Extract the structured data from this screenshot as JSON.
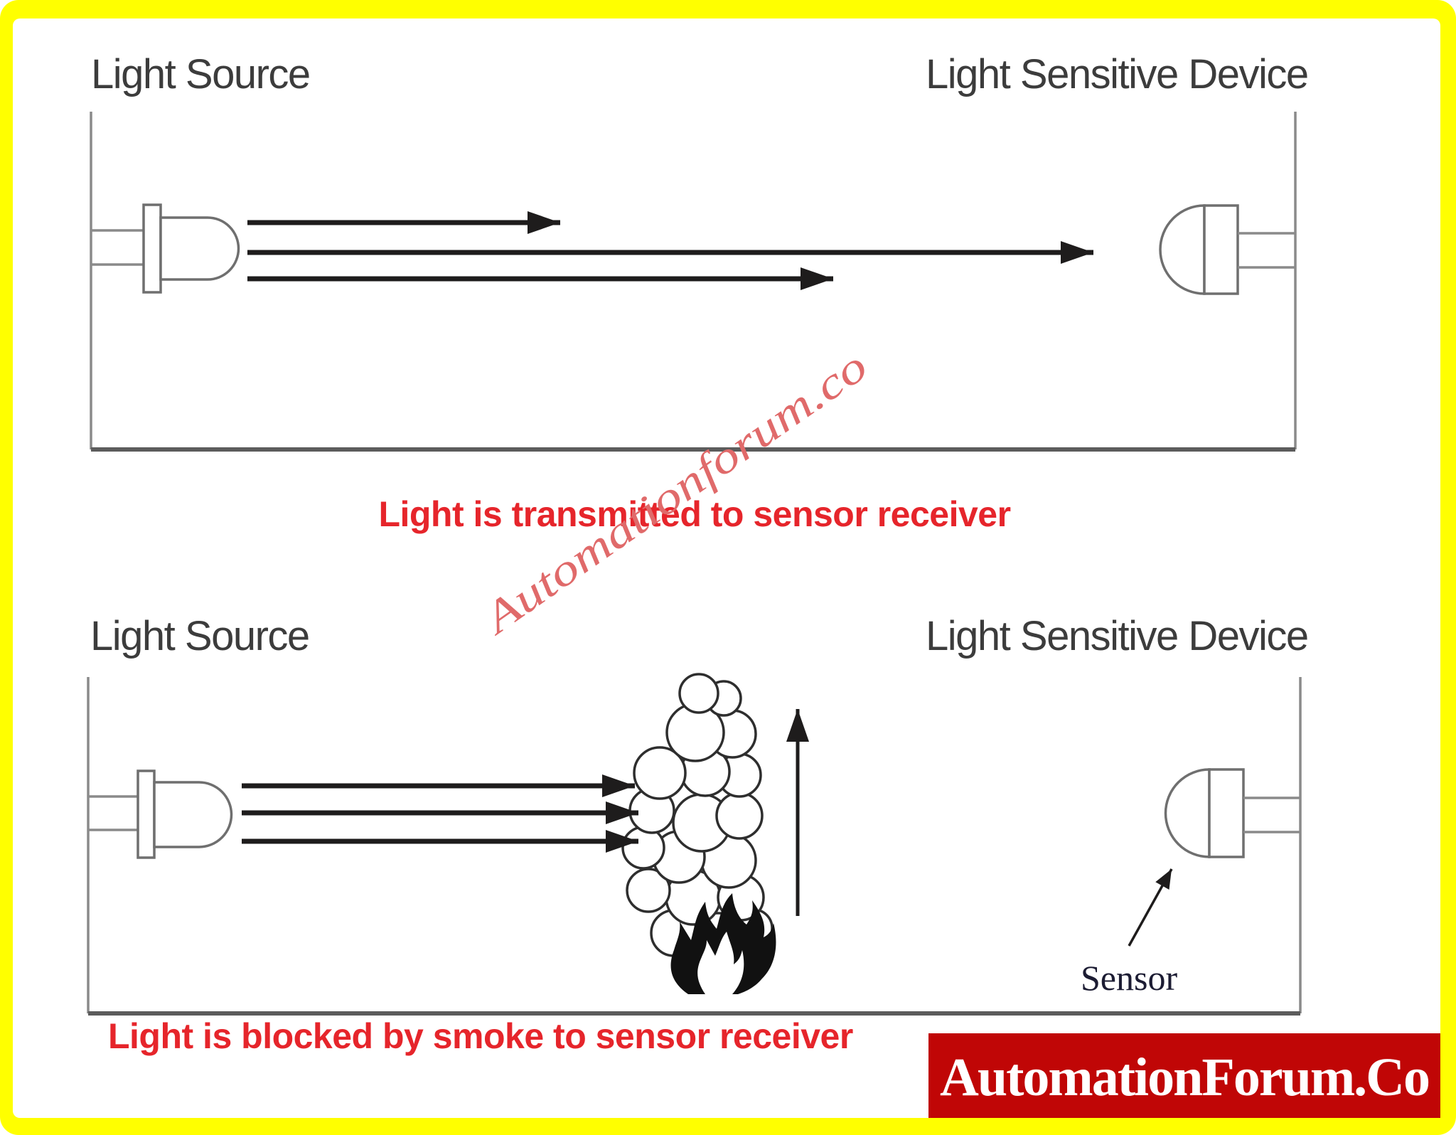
{
  "panels": {
    "top": {
      "source_label": "Light Source",
      "device_label": "Light Sensitive Device",
      "caption": "Light is transmitted to sensor receiver"
    },
    "bottom": {
      "source_label": "Light Source",
      "device_label": "Light Sensitive Device",
      "caption": "Light is blocked by smoke to sensor receiver",
      "sensor_label": "Sensor"
    }
  },
  "watermark": {
    "text": "Automationforum.co"
  },
  "banner": {
    "text": "AutomationForum.Co",
    "bg": "#c00606",
    "fg": "#ffffff"
  },
  "colors": {
    "frame": "#ffff00",
    "background": "#ffffff",
    "title_text": "#3c3c3c",
    "caption_red": "#e6252b",
    "watermark_red": "#e06a6a",
    "sensor_label": "#1c1c33",
    "wall_line": "#8a8a8a",
    "chamber_base_line": "#5c5c5c",
    "device_outline": "#6f6f6f",
    "arrow_black": "#1e1c1c"
  },
  "icons": {
    "led": "led-lamp-icon",
    "photodiode": "photodiode-icon",
    "smoke": "smoke-cloud-icon",
    "flame": "flame-icon",
    "light_ray": "light-ray-arrow-icon",
    "smoke_rise": "up-arrow-icon",
    "sensor_pointer": "pointer-arrow-icon"
  }
}
